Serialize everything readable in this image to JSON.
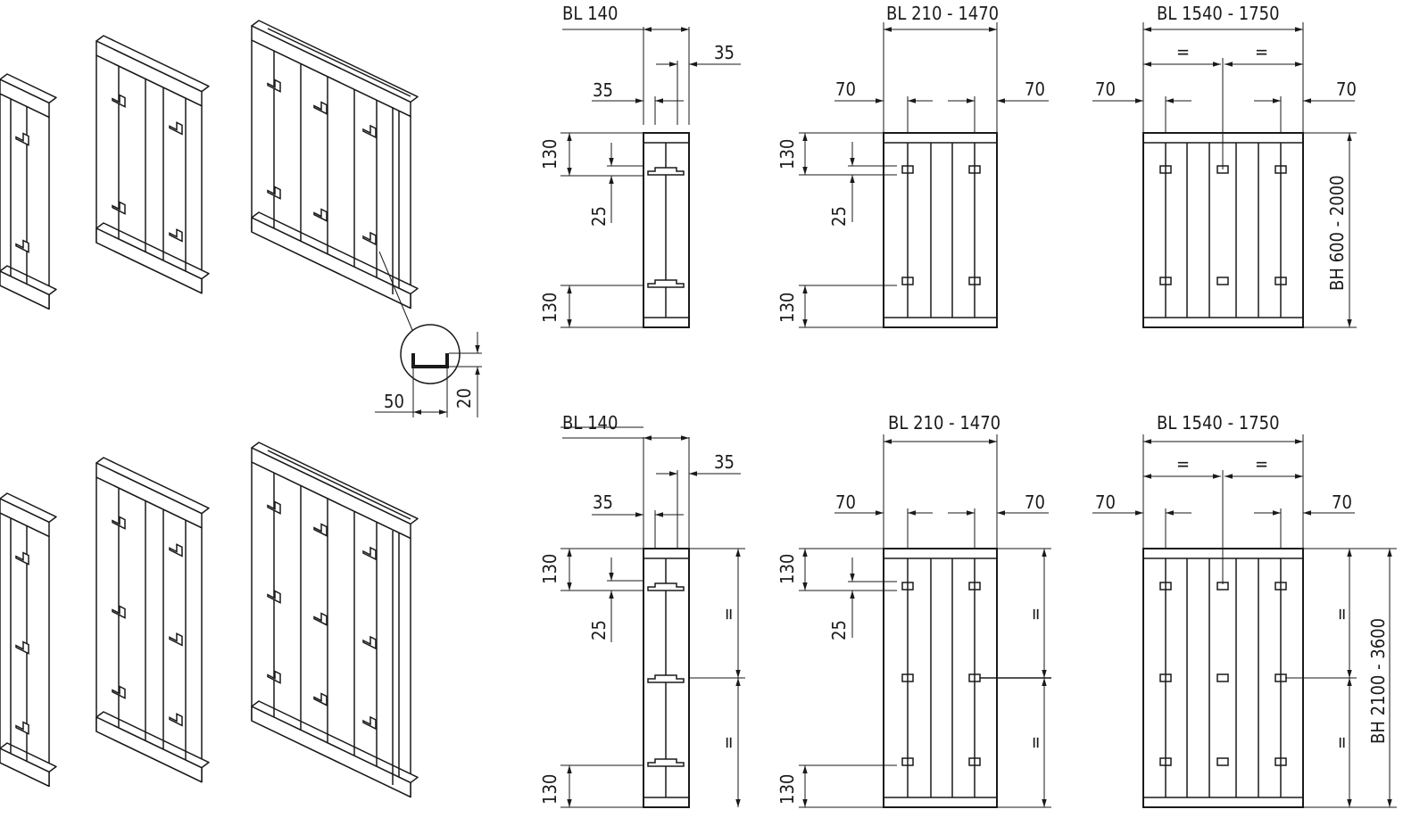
{
  "colors": {
    "line": "#1a1a1a",
    "background": "#ffffff"
  },
  "detail": {
    "width_label": "50",
    "height_label": "20"
  },
  "top_row": {
    "narrow": {
      "title": "BL 140",
      "dim_right": "35",
      "dim_left": "35",
      "dim_top": "130",
      "dim_clip": "25",
      "dim_bottom": "130"
    },
    "medium": {
      "title": "BL 210 - 1470",
      "dim_left": "70",
      "dim_right": "70",
      "dim_top": "130",
      "dim_clip": "25",
      "dim_bottom": "130"
    },
    "wide": {
      "title": "BL 1540 -  1750",
      "eq_left": "=",
      "eq_right": "=",
      "dim_left": "70",
      "dim_right": "70",
      "height_range": "BH 600 - 2000"
    }
  },
  "bottom_row": {
    "narrow": {
      "title": "BL 140",
      "dim_right": "35",
      "dim_left": "35",
      "dim_top": "130",
      "dim_clip": "25",
      "dim_bottom": "130",
      "eq_upper": "=",
      "eq_lower": "="
    },
    "medium": {
      "title": "BL 210 - 1470",
      "dim_left": "70",
      "dim_right": "70",
      "dim_top": "130",
      "dim_clip": "25",
      "dim_bottom": "130",
      "eq_upper": "=",
      "eq_lower": "="
    },
    "wide": {
      "title": "BL 1540 - 1750",
      "eq_left": "=",
      "eq_right": "=",
      "dim_left": "70",
      "dim_right": "70",
      "eq_upper": "=",
      "eq_lower": "=",
      "height_range": "BH 2100 - 3600"
    }
  }
}
